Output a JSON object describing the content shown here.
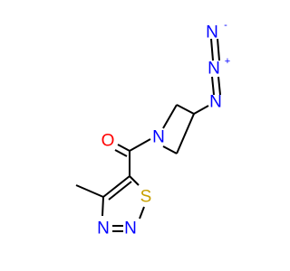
{
  "molecule": {
    "atoms": {
      "azide_n_terminal": {
        "symbol": "N",
        "charge": "-",
        "color": "#0000ff"
      },
      "azide_n_central": {
        "symbol": "N",
        "charge": "+",
        "color": "#0000ff"
      },
      "azide_n_bonded": {
        "symbol": "N",
        "color": "#0000ff"
      },
      "azetidine_n": {
        "symbol": "N",
        "color": "#0000ff"
      },
      "carbonyl_o": {
        "symbol": "O",
        "color": "#ff0000"
      },
      "thiadiazole_s": {
        "symbol": "S",
        "color": "#c8a000"
      },
      "thiadiazole_n1": {
        "symbol": "N",
        "color": "#0000ff"
      },
      "thiadiazole_n2": {
        "symbol": "N",
        "color": "#0000ff"
      }
    },
    "bond_color": "#000000"
  }
}
